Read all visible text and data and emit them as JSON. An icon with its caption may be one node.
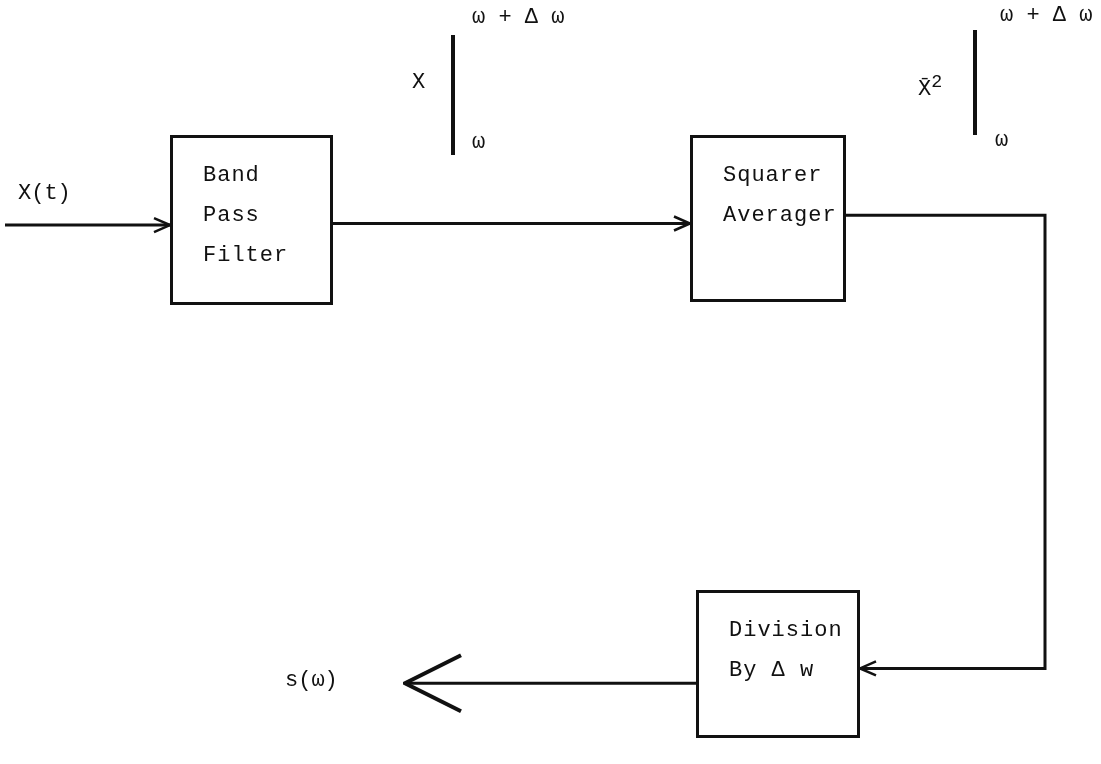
{
  "diagram": {
    "nodes": [
      {
        "text": [
          "Band Pass Filter"
        ]
      },
      {
        "text": [
          "Squarer Averager"
        ]
      },
      {
        "text": [
          "Division By Δ w"
        ]
      },
      {
        "text": [
          "s(ω)"
        ]
      }
    ],
    "edges": [
      {
        "from": null,
        "to": 0,
        "arrow": "to",
        "label": "X(t)"
      },
      {
        "from": 0,
        "to": 1,
        "arrow": "to"
      },
      {
        "from": 1,
        "to": 2,
        "arrow": "to"
      },
      {
        "from": 2,
        "to": 3,
        "arrow": "to"
      }
    ],
    "labels": [
      "ω + Δ ω",
      "X",
      "ω",
      "ω + Δ ω",
      "X̄$^{2}$",
      "ω"
    ]
  }
}
